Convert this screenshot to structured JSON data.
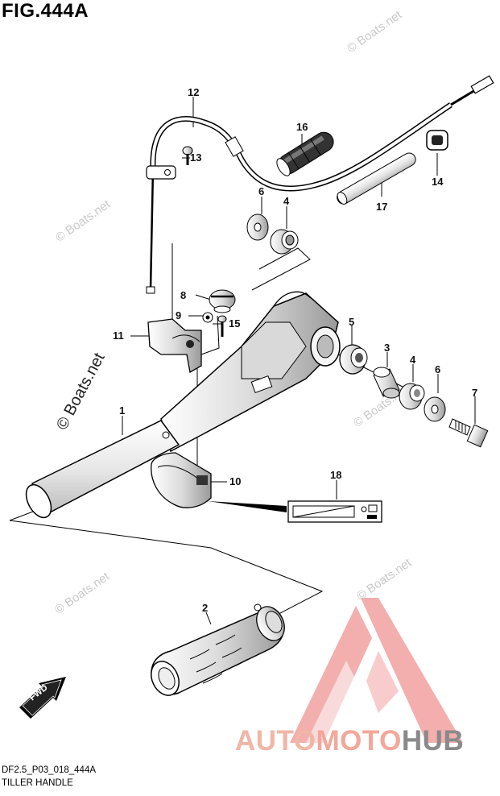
{
  "figure": {
    "title": "FIG.444A",
    "code": "DF2.5_P03_018_444A",
    "name": "TILLER HANDLE"
  },
  "direction_badge": {
    "label": "FWD",
    "icon": "fwd-arrow-icon"
  },
  "callouts": [
    {
      "id": "c1",
      "label": "1"
    },
    {
      "id": "c2",
      "label": "2"
    },
    {
      "id": "c3",
      "label": "3"
    },
    {
      "id": "c4a",
      "label": "4"
    },
    {
      "id": "c4b",
      "label": "4"
    },
    {
      "id": "c5",
      "label": "5"
    },
    {
      "id": "c6a",
      "label": "6"
    },
    {
      "id": "c6b",
      "label": "6"
    },
    {
      "id": "c7",
      "label": "7"
    },
    {
      "id": "c8",
      "label": "8"
    },
    {
      "id": "c9",
      "label": "9"
    },
    {
      "id": "c10",
      "label": "10"
    },
    {
      "id": "c11",
      "label": "11"
    },
    {
      "id": "c12",
      "label": "12"
    },
    {
      "id": "c13",
      "label": "13"
    },
    {
      "id": "c14",
      "label": "14"
    },
    {
      "id": "c15",
      "label": "15"
    },
    {
      "id": "c16",
      "label": "16"
    },
    {
      "id": "c17",
      "label": "17"
    },
    {
      "id": "c18",
      "label": "18"
    }
  ],
  "watermarks": {
    "main": "© Boats.net",
    "faint": "© Boats.net"
  },
  "branding": {
    "part1": "AUTO",
    "part2": "MOTO",
    "part3": "HUB",
    "logo_color": "#f2a0a0"
  }
}
